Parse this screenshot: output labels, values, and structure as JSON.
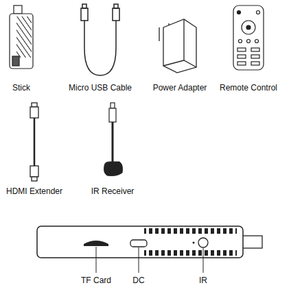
{
  "diagram": {
    "labels": [
      "Stick",
      "Micro USB Cable",
      "Power Adapter",
      "Remote Control",
      "HDMI Extender",
      "IR Receiver",
      "TF Card",
      "DC",
      "IR"
    ]
  }
}
